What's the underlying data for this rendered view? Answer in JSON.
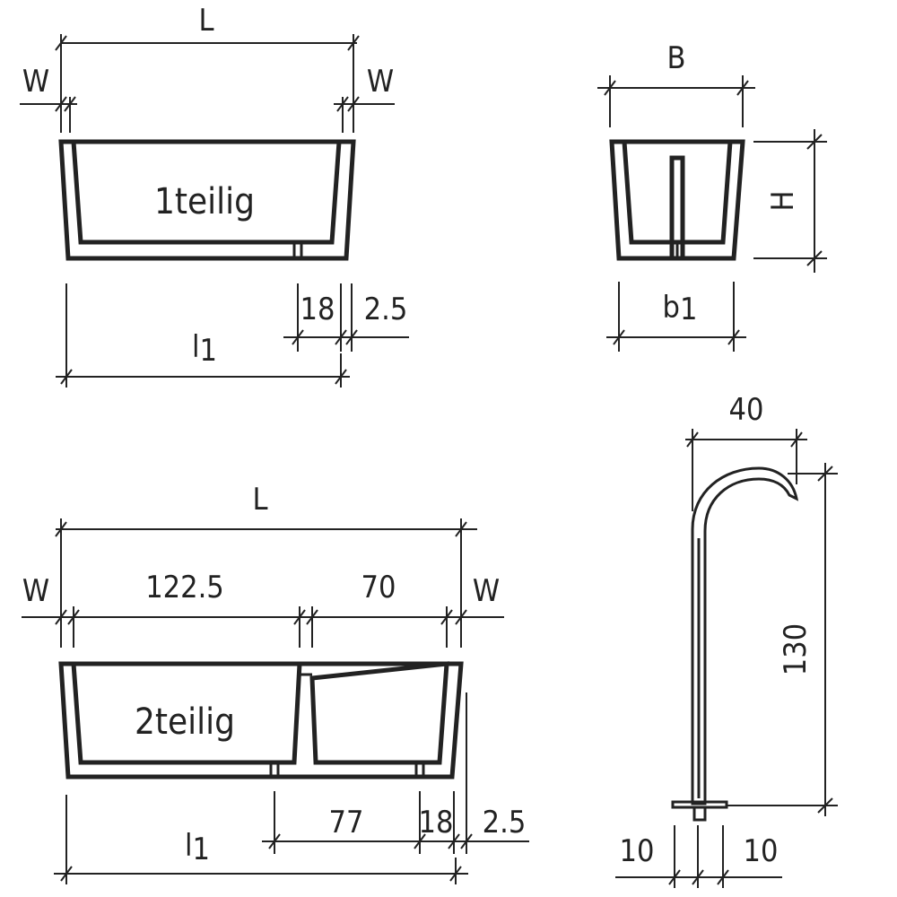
{
  "colors": {
    "line": "#222222",
    "background": "#ffffff"
  },
  "one_part": {
    "label": "1teilig",
    "dim_L": "L",
    "dim_W_left": "W",
    "dim_W_right": "W",
    "dim_18": "18",
    "dim_2_5": "2.5",
    "dim_l1_main": "l",
    "dim_l1_sub": "1"
  },
  "section": {
    "dim_B": "B",
    "dim_H": "H",
    "dim_b1_main": "b",
    "dim_b1_sub": "1"
  },
  "two_part": {
    "label": "2teilig",
    "dim_L": "L",
    "dim_W_left": "W",
    "dim_W_right": "W",
    "dim_122_5": "122.5",
    "dim_70": "70",
    "dim_77": "77",
    "dim_18": "18",
    "dim_2_5": "2.5",
    "dim_l1_main": "l",
    "dim_l1_sub": "1"
  },
  "hook": {
    "dim_40": "40",
    "dim_130": "130",
    "dim_10_left": "10",
    "dim_10_right": "10"
  }
}
